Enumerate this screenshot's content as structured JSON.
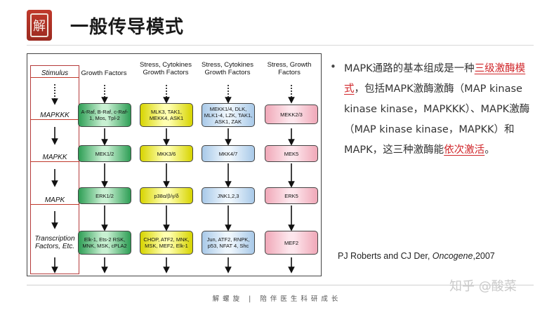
{
  "header": {
    "logo_glyph": "解",
    "title": "一般传导模式"
  },
  "diagram": {
    "stages": [
      "Stimulus",
      "MAPKKK",
      "MAPKK",
      "MAPK",
      "Transcription Factors, Etc."
    ],
    "columns": [
      {
        "header": "Growth Factors",
        "color": "green",
        "mapkkk": "A-Raf, B-Raf, c-Raf-1, Mos, Tpl-2",
        "mapkk": "MEK1/2",
        "mapk": "ERK1/2",
        "tf": "Elk-1, Ets-2 RSK, MNK, MSK, cPLA2"
      },
      {
        "header": "Stress, Cytokines Growth Factors",
        "color": "yellow",
        "mapkkk": "MLK3, TAK1, MEKK4, ASK1",
        "mapkk": "MKK3/6",
        "mapk": "p38α/β/γ/δ",
        "tf": "CHOP, ATF2, MNK, MSK, MEF2, Elk-1"
      },
      {
        "header": "Stress, Cytokines Growth Factors",
        "color": "blue",
        "mapkkk": "MEKK1/4, DLK, MLK1-4, LZK, TAK1, ASK1, ZAK",
        "mapkk": "MKK4/7",
        "mapk": "JNK1,2,3",
        "tf": "Jun, ATF2, RNPK, p53, NFAT 4, Shc"
      },
      {
        "header": "Stress, Growth Factors",
        "color": "pink",
        "mapkkk": "MEKK2/3",
        "mapkk": "MEK5",
        "mapk": "ERK5",
        "tf": "MEF2"
      }
    ],
    "stage_border_color": "#b53a3a"
  },
  "description": {
    "bullet": "•",
    "part1": "MAPK通路的基本组成是一种",
    "hl1": "三级激酶模式",
    "part2": "，包括MAPK激酶激酶（MAP kinase kinase kinase，MAPKKK）、MAPK激酶（MAP kinase kinase，MAPKK）和MAPK，这三种激酶能",
    "hl2": "依次激活",
    "part3": "。"
  },
  "citation": {
    "authors": "PJ Roberts and CJ Der, ",
    "journal": "Oncogene",
    "year": ",2007"
  },
  "footer": {
    "text": "解螺旋  |  陪伴医生科研成长"
  },
  "watermark": "知乎 @酸菜",
  "colors": {
    "highlight": "#d0262a",
    "logo": "#b0342a"
  }
}
